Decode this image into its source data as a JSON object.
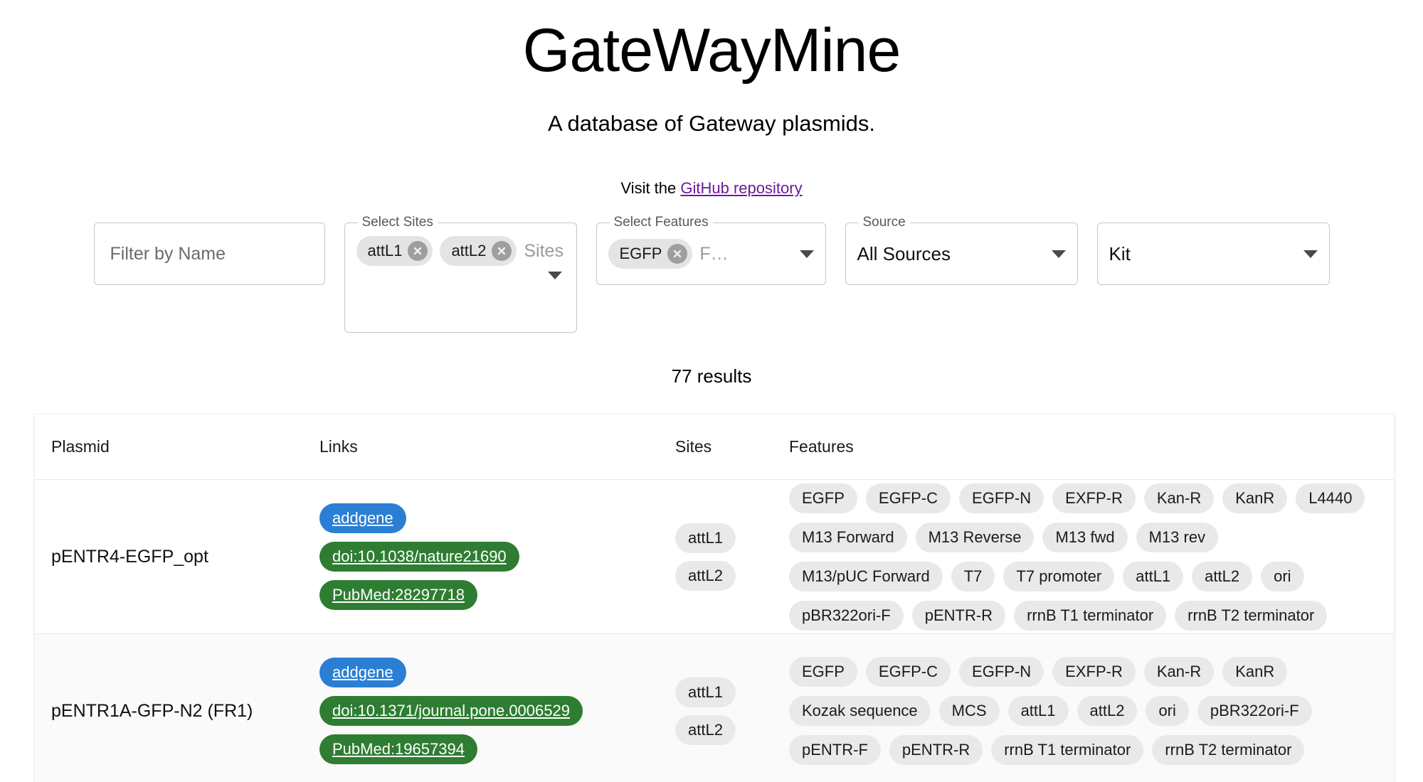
{
  "header": {
    "title": "GateWayMine",
    "subtitle": "A database of Gateway plasmids.",
    "visit_prefix": "Visit the ",
    "link_label": "GitHub repository"
  },
  "filters": {
    "name_filter": {
      "placeholder": "Filter by Name",
      "value": ""
    },
    "sites": {
      "legend": "Select Sites",
      "placeholder": "Sites",
      "chips": [
        "attL1",
        "attL2"
      ]
    },
    "features": {
      "legend": "Select Features",
      "placeholder": "F…",
      "chips": [
        "EGFP"
      ]
    },
    "source": {
      "legend": "Source",
      "value": "All Sources"
    },
    "kit": {
      "legend": "",
      "value": "Kit"
    }
  },
  "results": {
    "count_label": "77 results"
  },
  "table": {
    "columns": [
      "Plasmid",
      "Links",
      "Sites",
      "Features"
    ],
    "rows": [
      {
        "plasmid": "pENTR4-EGFP_opt",
        "links": [
          {
            "label": "addgene",
            "kind": "addgene"
          },
          {
            "label": "doi:10.1038/nature21690",
            "kind": "green"
          },
          {
            "label": "PubMed:28297718",
            "kind": "green"
          }
        ],
        "sites": [
          "attL1",
          "attL2"
        ],
        "features": [
          "EGFP",
          "EGFP-C",
          "EGFP-N",
          "EXFP-R",
          "Kan-R",
          "KanR",
          "L4440",
          "M13 Forward",
          "M13 Reverse",
          "M13 fwd",
          "M13 rev",
          "M13/pUC Forward",
          "T7",
          "T7 promoter",
          "attL1",
          "attL2",
          "ori",
          "pBR322ori-F",
          "pENTR-R",
          "rrnB T1 terminator",
          "rrnB T2 terminator"
        ]
      },
      {
        "plasmid": "pENTR1A-GFP-N2 (FR1)",
        "links": [
          {
            "label": "addgene",
            "kind": "addgene"
          },
          {
            "label": "doi:10.1371/journal.pone.0006529",
            "kind": "green"
          },
          {
            "label": "PubMed:19657394",
            "kind": "green"
          }
        ],
        "sites": [
          "attL1",
          "attL2"
        ],
        "features": [
          "EGFP",
          "EGFP-C",
          "EGFP-N",
          "EXFP-R",
          "Kan-R",
          "KanR",
          "Kozak sequence",
          "MCS",
          "attL1",
          "attL2",
          "ori",
          "pBR322ori-F",
          "pENTR-F",
          "pENTR-R",
          "rrnB T1 terminator",
          "rrnB T2 terminator"
        ]
      }
    ]
  },
  "colors": {
    "link": "#6a1b9a",
    "addgene_badge": "#2a7fd4",
    "reference_badge": "#2e7d32",
    "chip_bg": "#e9e9e9"
  }
}
